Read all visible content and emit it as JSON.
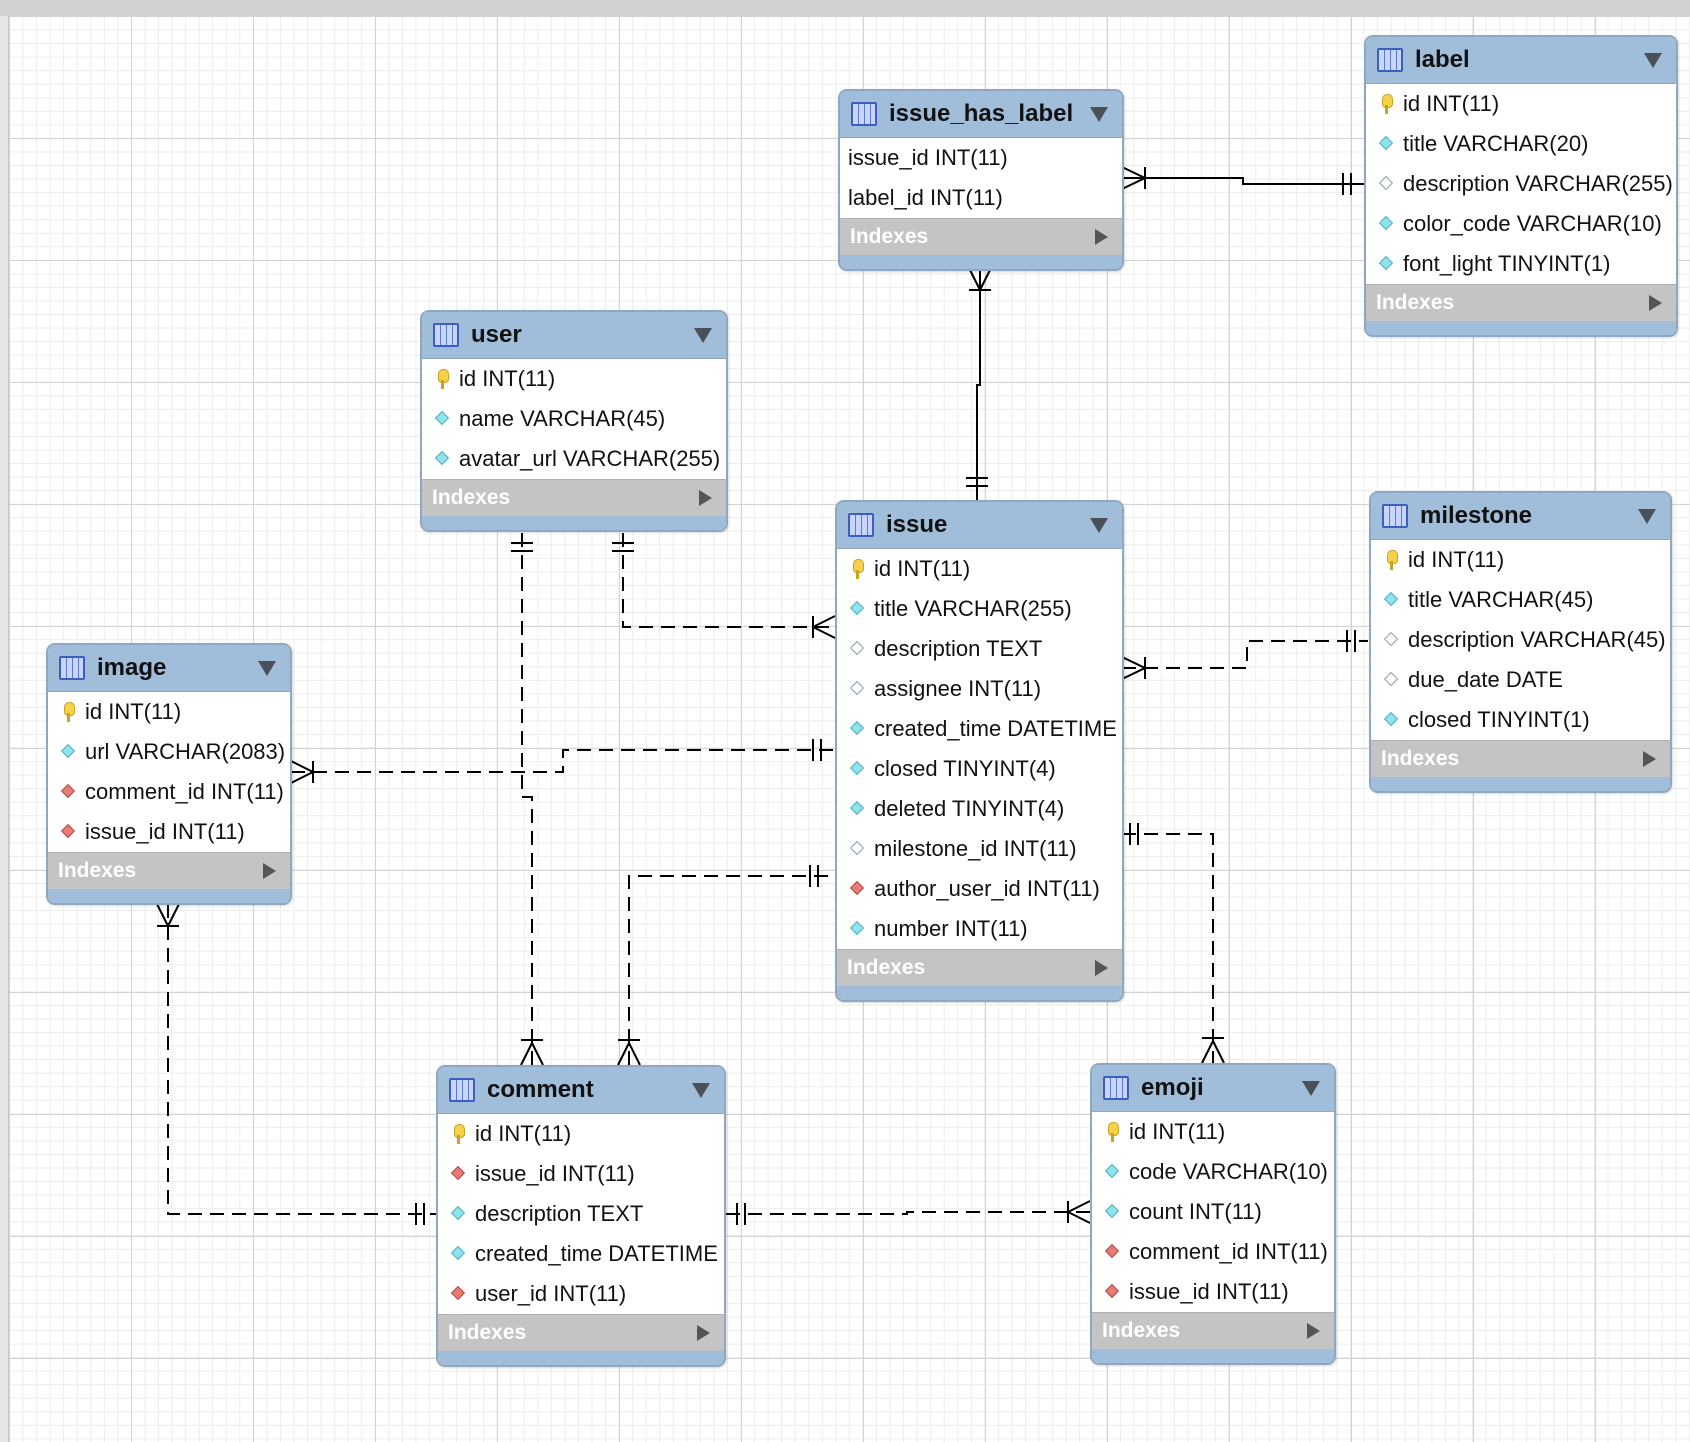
{
  "tables": {
    "label": {
      "name": "label",
      "indexes_label": "Indexes",
      "columns": [
        {
          "text": "id INT(11)",
          "kind": "pk"
        },
        {
          "text": "title VARCHAR(20)",
          "kind": "col"
        },
        {
          "text": "description VARCHAR(255)",
          "kind": "nullable"
        },
        {
          "text": "color_code VARCHAR(10)",
          "kind": "col"
        },
        {
          "text": "font_light TINYINT(1)",
          "kind": "col"
        }
      ]
    },
    "issue_has_label": {
      "name": "issue_has_label",
      "indexes_label": "Indexes",
      "columns": [
        {
          "text": "issue_id INT(11)",
          "kind": "none"
        },
        {
          "text": "label_id INT(11)",
          "kind": "none"
        }
      ]
    },
    "user": {
      "name": "user",
      "indexes_label": "Indexes",
      "columns": [
        {
          "text": "id INT(11)",
          "kind": "pk"
        },
        {
          "text": "name VARCHAR(45)",
          "kind": "col"
        },
        {
          "text": "avatar_url VARCHAR(255)",
          "kind": "col"
        }
      ]
    },
    "issue": {
      "name": "issue",
      "indexes_label": "Indexes",
      "columns": [
        {
          "text": "id INT(11)",
          "kind": "pk"
        },
        {
          "text": "title VARCHAR(255)",
          "kind": "col"
        },
        {
          "text": "description TEXT",
          "kind": "nullable"
        },
        {
          "text": "assignee INT(11)",
          "kind": "nullable"
        },
        {
          "text": "created_time DATETIME",
          "kind": "col"
        },
        {
          "text": "closed TINYINT(4)",
          "kind": "col"
        },
        {
          "text": "deleted TINYINT(4)",
          "kind": "col"
        },
        {
          "text": "milestone_id INT(11)",
          "kind": "nullable-fk"
        },
        {
          "text": "author_user_id INT(11)",
          "kind": "fk"
        },
        {
          "text": "number INT(11)",
          "kind": "col"
        }
      ]
    },
    "milestone": {
      "name": "milestone",
      "indexes_label": "Indexes",
      "columns": [
        {
          "text": "id INT(11)",
          "kind": "pk"
        },
        {
          "text": "title VARCHAR(45)",
          "kind": "col"
        },
        {
          "text": "description VARCHAR(45)",
          "kind": "nullable"
        },
        {
          "text": "due_date DATE",
          "kind": "nullable"
        },
        {
          "text": "closed TINYINT(1)",
          "kind": "col"
        }
      ]
    },
    "image": {
      "name": "image",
      "indexes_label": "Indexes",
      "columns": [
        {
          "text": "id INT(11)",
          "kind": "pk"
        },
        {
          "text": "url VARCHAR(2083)",
          "kind": "col"
        },
        {
          "text": "comment_id INT(11)",
          "kind": "fk"
        },
        {
          "text": "issue_id INT(11)",
          "kind": "fk"
        }
      ]
    },
    "comment": {
      "name": "comment",
      "indexes_label": "Indexes",
      "columns": [
        {
          "text": "id INT(11)",
          "kind": "pk"
        },
        {
          "text": "issue_id INT(11)",
          "kind": "fk"
        },
        {
          "text": "description TEXT",
          "kind": "col"
        },
        {
          "text": "created_time DATETIME",
          "kind": "col"
        },
        {
          "text": "user_id INT(11)",
          "kind": "fk"
        }
      ]
    },
    "emoji": {
      "name": "emoji",
      "indexes_label": "Indexes",
      "columns": [
        {
          "text": "id INT(11)",
          "kind": "pk"
        },
        {
          "text": "code VARCHAR(10)",
          "kind": "col"
        },
        {
          "text": "count INT(11)",
          "kind": "col"
        },
        {
          "text": "comment_id INT(11)",
          "kind": "fk"
        },
        {
          "text": "issue_id INT(11)",
          "kind": "fk"
        }
      ]
    }
  },
  "relationships": [
    {
      "from": "issue_has_label",
      "to": "label",
      "style": "solid"
    },
    {
      "from": "issue_has_label",
      "to": "issue",
      "style": "solid"
    },
    {
      "from": "issue",
      "to": "user",
      "style": "dashed"
    },
    {
      "from": "issue",
      "to": "milestone",
      "style": "dashed"
    },
    {
      "from": "image",
      "to": "issue",
      "style": "dashed"
    },
    {
      "from": "image",
      "to": "comment",
      "style": "dashed"
    },
    {
      "from": "comment",
      "to": "user",
      "style": "dashed"
    },
    {
      "from": "comment",
      "to": "issue",
      "style": "dashed"
    },
    {
      "from": "emoji",
      "to": "issue",
      "style": "dashed"
    },
    {
      "from": "emoji",
      "to": "comment",
      "style": "dashed"
    }
  ]
}
